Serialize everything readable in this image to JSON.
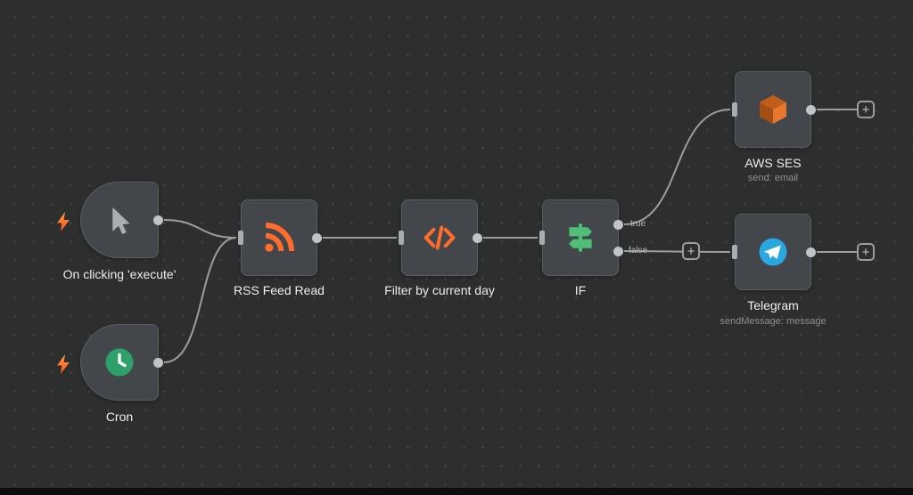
{
  "canvas": {
    "bg_color": "#2d2e2e",
    "dot_color": "#404345"
  },
  "colors": {
    "accent_orange": "#ff6d2c",
    "clock_green": "#2ea06a",
    "if_green": "#4fbe77",
    "telegram_blue": "#2aa7e0",
    "aws_orange": "#e8762d",
    "wire_gray": "#9b9ea0"
  },
  "nodes": {
    "execute_trigger": {
      "label": "On clicking 'execute'",
      "icon": "cursor-icon",
      "type": "trigger"
    },
    "cron": {
      "label": "Cron",
      "icon": "clock-icon",
      "type": "trigger"
    },
    "rss": {
      "label": "RSS Feed Read",
      "icon": "rss-icon"
    },
    "filter": {
      "label": "Filter by current day",
      "icon": "code-icon"
    },
    "if": {
      "label": "IF",
      "icon": "signpost-icon",
      "true_label": "true",
      "false_label": "false"
    },
    "aws_ses": {
      "label": "AWS SES",
      "sublabel": "send: email",
      "icon": "aws-ses-icon"
    },
    "telegram": {
      "label": "Telegram",
      "sublabel": "sendMessage: message",
      "icon": "telegram-icon"
    }
  },
  "connections": [
    {
      "from": "On clicking 'execute'",
      "to": "RSS Feed Read"
    },
    {
      "from": "Cron",
      "to": "RSS Feed Read"
    },
    {
      "from": "RSS Feed Read",
      "to": "Filter by current day"
    },
    {
      "from": "Filter by current day",
      "to": "IF"
    },
    {
      "from": "IF",
      "output": "true",
      "to": "AWS SES"
    },
    {
      "from": "IF",
      "output": "false",
      "to": "Telegram"
    }
  ],
  "ui": {
    "plus": "+"
  }
}
